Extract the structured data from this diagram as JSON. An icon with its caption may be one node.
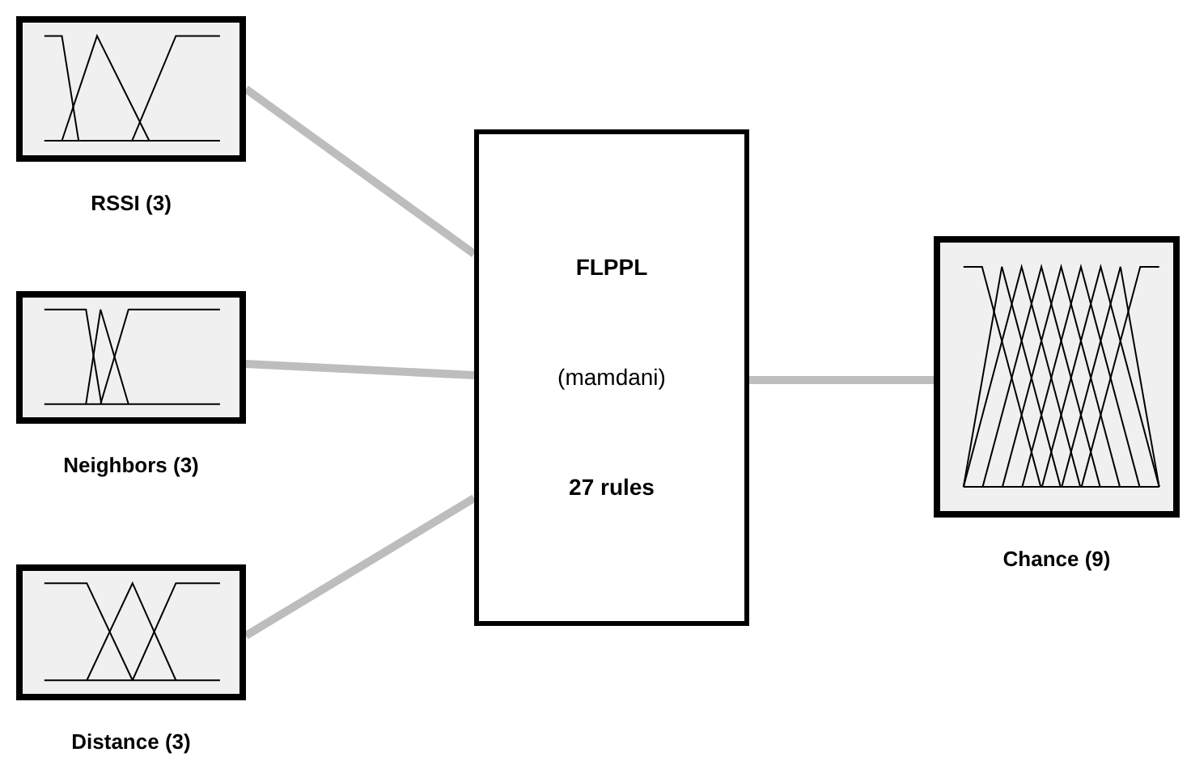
{
  "diagram": {
    "nodes": [
      {
        "text": [],
        "shape": "picture",
        "beside": [
          "RSSI (3)"
        ]
      },
      {
        "text": [],
        "shape": "picture",
        "beside": [
          "Neighbors (3)"
        ]
      },
      {
        "text": [],
        "shape": "picture",
        "beside": [
          "Distance (3)"
        ]
      },
      {
        "text": [
          "FLPPL",
          "(mamdani)",
          "27 rules"
        ]
      },
      {
        "text": [],
        "shape": "picture",
        "beside": [
          "Chance (9)"
        ]
      }
    ],
    "edges": [
      {
        "from": 0,
        "to": 3,
        "arrow": "none"
      },
      {
        "from": 1,
        "to": 3,
        "arrow": "none"
      },
      {
        "from": 2,
        "to": 3,
        "arrow": "none"
      },
      {
        "from": 3,
        "to": 4,
        "arrow": "none"
      }
    ]
  }
}
